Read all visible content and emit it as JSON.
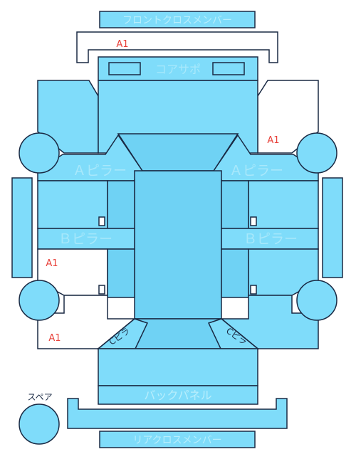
{
  "labels": {
    "front_cross_member": "フロントクロスメンバー",
    "core_support": "コアサポ",
    "a_pillar_left": "Ａピラー",
    "a_pillar_right": "Ａピラー",
    "b_pillar_left": "Ｂピラー",
    "b_pillar_right": "Ｂピラー",
    "back_panel": "バックパネル",
    "rear_cross_member": "リアクロスメンバー",
    "spare": "スペア",
    "c_pillar_left": "Cピラ",
    "c_pillar_right": "Cピラ"
  },
  "markers": {
    "front_top": "A1",
    "front_right": "A1",
    "left_rear_door": "A1",
    "left_rear_quarter": "A1"
  },
  "colors": {
    "panel": "#7fdcfa",
    "panel_dark": "#6fd2f4",
    "outline": "#1a2a44",
    "marker": "#e8413a"
  }
}
